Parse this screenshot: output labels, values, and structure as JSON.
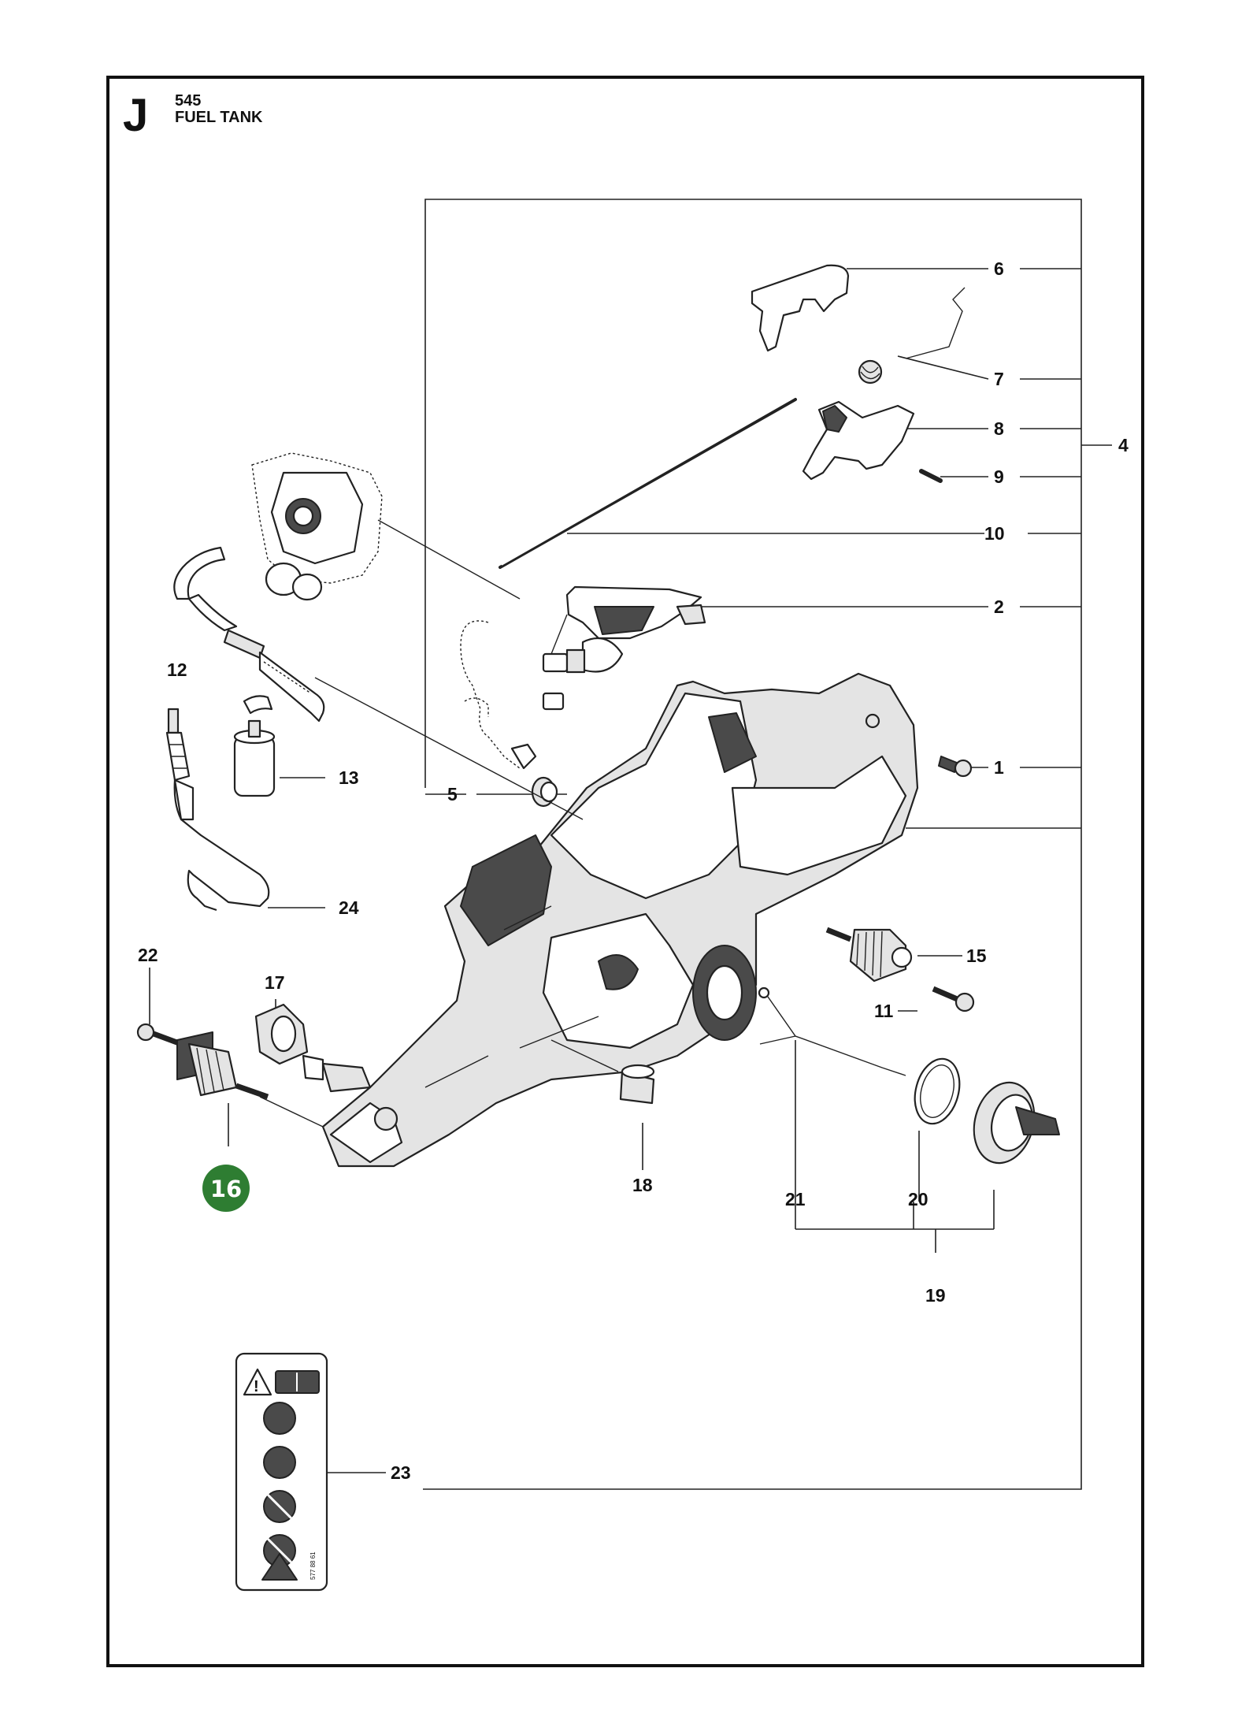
{
  "header": {
    "section_letter": "J",
    "model": "545",
    "title": "FUEL TANK"
  },
  "highlight_color": "#2e7d32",
  "callouts": {
    "c1": "1",
    "c2": "2",
    "c4": "4",
    "c5": "5",
    "c6": "6",
    "c7": "7",
    "c8": "8",
    "c9": "9",
    "c10": "10",
    "c11": "11",
    "c12": "12",
    "c13": "13",
    "c15": "15",
    "c16": "16",
    "c17": "17",
    "c18": "18",
    "c19": "19",
    "c20": "20",
    "c21": "21",
    "c22": "22",
    "c23": "23",
    "c24": "24"
  },
  "highlighted_callout": "16",
  "label_sticker_code": "577 88 61"
}
